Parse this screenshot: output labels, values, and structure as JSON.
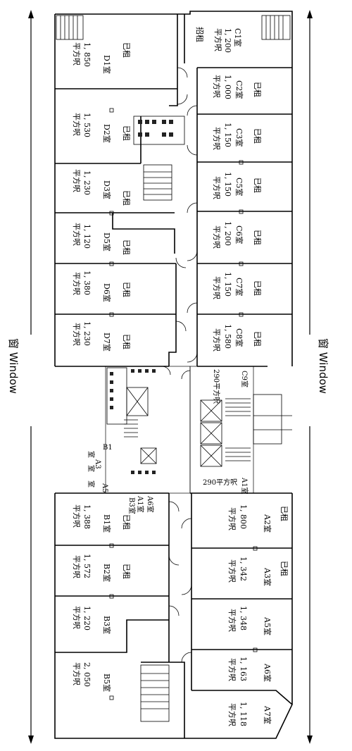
{
  "window_labels": {
    "left": "窗 Window",
    "right": "窗 Window"
  },
  "rooms_left": [
    {
      "id": "d1",
      "name": "D1室",
      "area": "1, 850",
      "unit": "平方呎",
      "status": "已租"
    },
    {
      "id": "d2",
      "name": "D2室",
      "area": "1, 530",
      "unit": "平方呎",
      "status": "已租"
    },
    {
      "id": "d3",
      "name": "D3室",
      "area": "1, 230",
      "unit": "平方呎",
      "status": "已租"
    },
    {
      "id": "d5",
      "name": "D5室",
      "area": "1, 120",
      "unit": "平方呎",
      "status": "已租"
    },
    {
      "id": "d6",
      "name": "D6室",
      "area": "1, 380",
      "unit": "平方呎",
      "status": "已租"
    },
    {
      "id": "d7",
      "name": "D7室",
      "area": "1, 230",
      "unit": "平方呎",
      "status": "已租"
    },
    {
      "id": "b1",
      "name": "B1室",
      "area": "1, 388",
      "unit": "平方呎",
      "status": "已租"
    },
    {
      "id": "b2",
      "name": "B2室",
      "area": "1, 572",
      "unit": "平方呎",
      "status": "已租"
    },
    {
      "id": "b3",
      "name": "B3室",
      "area": "1, 220",
      "unit": "平方呎",
      "status": ""
    },
    {
      "id": "b5",
      "name": "B5室",
      "area": "2, 050",
      "unit": "平方呎",
      "status": ""
    }
  ],
  "rooms_right": [
    {
      "id": "c1",
      "name": "C1室",
      "area": "1, 200",
      "unit": "平方呎",
      "status": "招租"
    },
    {
      "id": "c2",
      "name": "C2室",
      "area": "1, 000",
      "unit": "平方呎",
      "status": "已租"
    },
    {
      "id": "c3",
      "name": "C3室",
      "area": "1, 150",
      "unit": "平方呎",
      "status": "已租"
    },
    {
      "id": "c5",
      "name": "C5室",
      "area": "1, 150",
      "unit": "平方呎",
      "status": "已租"
    },
    {
      "id": "c6",
      "name": "C6室",
      "area": "1, 200",
      "unit": "平方呎",
      "status": "已租"
    },
    {
      "id": "c7",
      "name": "C7室",
      "area": "1, 150",
      "unit": "平方呎",
      "status": "已租"
    },
    {
      "id": "c8",
      "name": "C8室",
      "area": "1, 580",
      "unit": "平方呎",
      "status": "已租"
    },
    {
      "id": "a2",
      "name": "A2室",
      "area": "1, 800",
      "unit": "平方呎",
      "status": "已租"
    },
    {
      "id": "a3",
      "name": "A3室",
      "area": "1, 342",
      "unit": "平方呎",
      "status": "已租"
    },
    {
      "id": "a5",
      "name": "A5室",
      "area": "1, 348",
      "unit": "平方呎",
      "status": ""
    },
    {
      "id": "a6",
      "name": "A6室",
      "area": "1, 163",
      "unit": "平方呎",
      "status": ""
    },
    {
      "id": "a7",
      "name": "A7室",
      "area": "1, 118",
      "unit": "平方呎",
      "status": ""
    }
  ],
  "small_rooms": {
    "c9": {
      "name": "C9室",
      "area": "290平方呎"
    },
    "a1": {
      "name": "A1室",
      "area": "290平方呎"
    },
    "b_group_1": [
      "B1",
      "A3",
      "A5"
    ],
    "b_group_2": [
      "室",
      "室",
      "室"
    ],
    "a1_stack": [
      "A1室",
      "A6室",
      "B3室"
    ]
  }
}
